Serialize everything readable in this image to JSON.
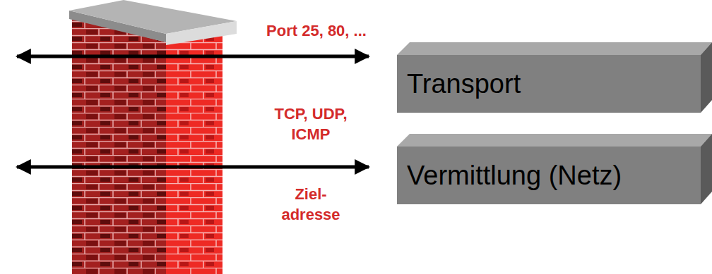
{
  "diagram": {
    "nodes": [
      {
        "text": [
          "Transport"
        ]
      },
      {
        "text": [
          "Vermittlung (Netz)"
        ]
      }
    ],
    "labels": [
      "Port 25, 80, ...",
      "TCP, UDP, ICMP",
      "Ziel- adresse"
    ]
  }
}
